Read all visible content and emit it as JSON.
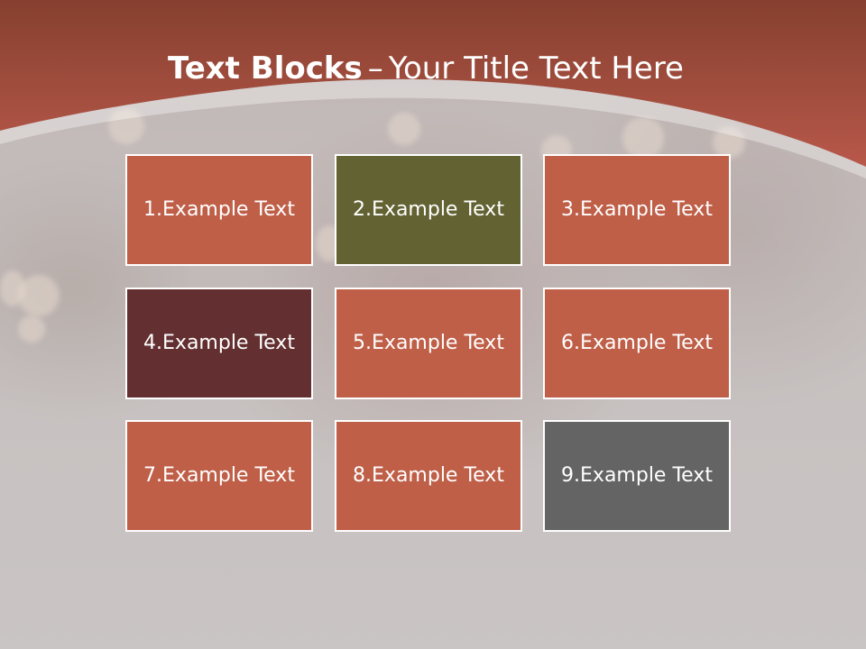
{
  "title": {
    "bold": "Text Blocks",
    "separator": "–",
    "rest": "Your Title Text Here"
  },
  "colors": {
    "header": "#b8584a",
    "header_dark": "#86402f",
    "block_default": "#bf5f48",
    "block_olive": "#636233",
    "block_maroon": "#632f30",
    "block_gray": "#646464",
    "border": "#ffffff"
  },
  "blocks": [
    {
      "label": "1.Example Text",
      "color": "#bf5f48"
    },
    {
      "label": "2.Example Text",
      "color": "#636233"
    },
    {
      "label": "3.Example Text",
      "color": "#bf5f48"
    },
    {
      "label": "4.Example Text",
      "color": "#632f30"
    },
    {
      "label": "5.Example Text",
      "color": "#bf5f48"
    },
    {
      "label": "6.Example Text",
      "color": "#bf5f48"
    },
    {
      "label": "7.Example Text",
      "color": "#bf5f48"
    },
    {
      "label": "8.Example Text",
      "color": "#bf5f48"
    },
    {
      "label": "9.Example Text",
      "color": "#646464"
    }
  ]
}
